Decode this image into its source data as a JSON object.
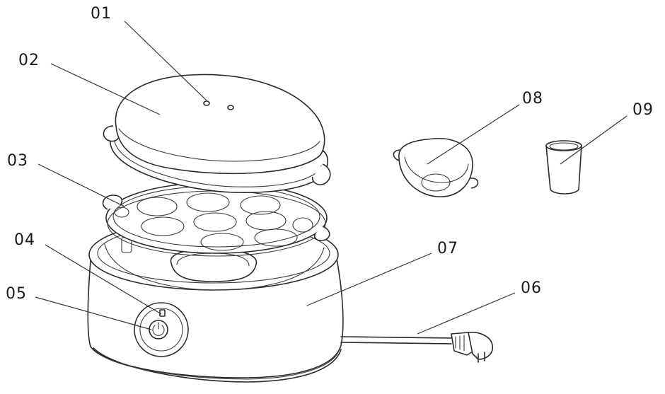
{
  "labels": {
    "p01": "01",
    "p02": "02",
    "p03": "03",
    "p04": "04",
    "p05": "05",
    "p06": "06",
    "p07": "07",
    "p08": "08",
    "p09": "09"
  },
  "colors": {
    "line": "#2a2a2a",
    "background": "#ffffff"
  }
}
